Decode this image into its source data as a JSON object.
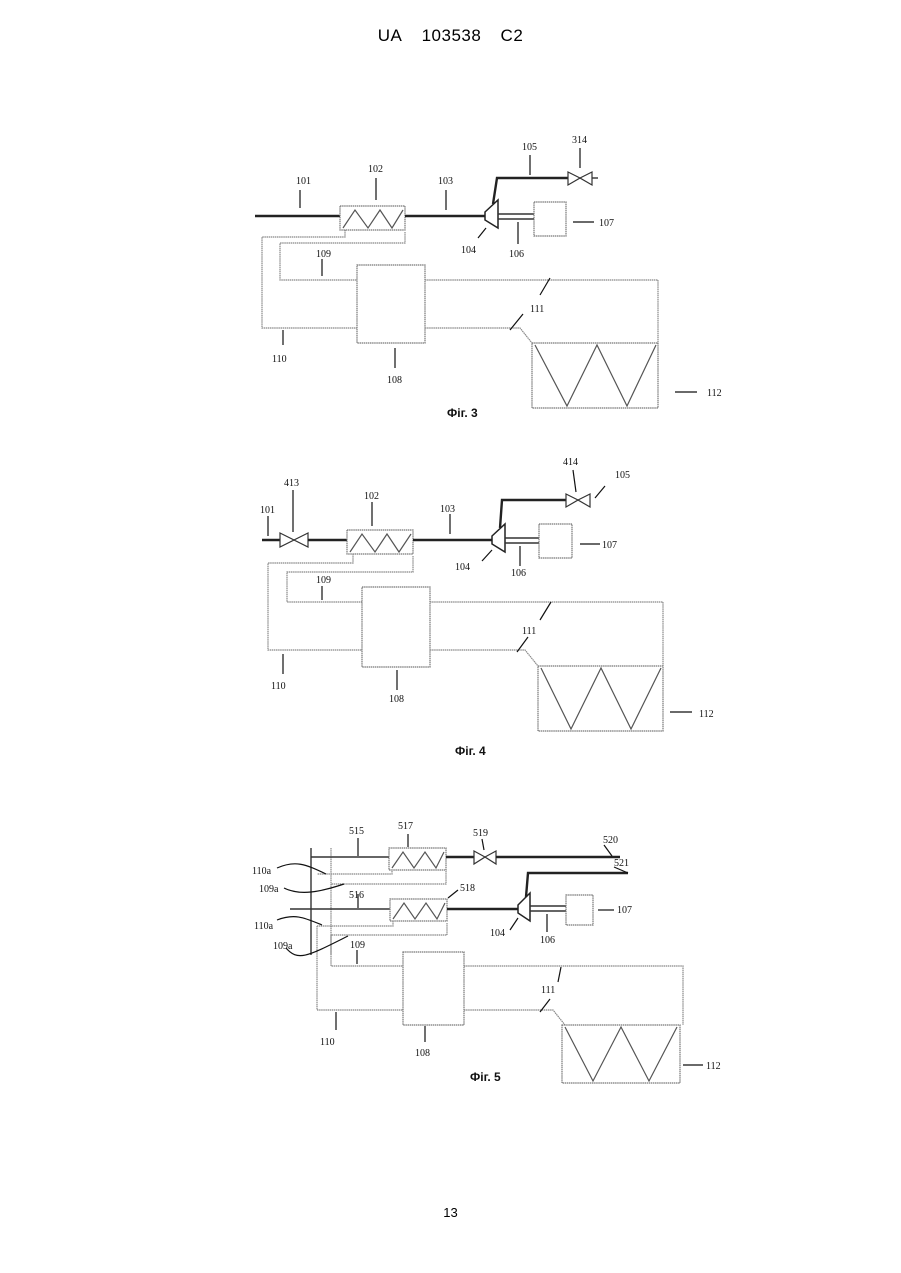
{
  "header": {
    "country": "UA",
    "number": "103538",
    "kind": "C2"
  },
  "page_number": "13",
  "figures": [
    {
      "caption": "Фіг. 3",
      "labels": {
        "l101": "101",
        "l102": "102",
        "l103": "103",
        "l104": "104",
        "l105": "105",
        "l106": "106",
        "l107": "107",
        "l108": "108",
        "l109": "109",
        "l110": "110",
        "l111": "111",
        "l112": "112",
        "l314": "314"
      }
    },
    {
      "caption": "Фіг. 4",
      "labels": {
        "l101": "101",
        "l102": "102",
        "l103": "103",
        "l104": "104",
        "l105": "105",
        "l106": "106",
        "l107": "107",
        "l108": "108",
        "l109": "109",
        "l110": "110",
        "l111": "111",
        "l112": "112",
        "l413": "413",
        "l414": "414"
      }
    },
    {
      "caption": "Фіг. 5",
      "labels": {
        "l110a_1": "110a",
        "l109a_1": "109a",
        "l110a_2": "110a",
        "l109a_2": "109a",
        "l515": "515",
        "l516": "516",
        "l517": "517",
        "l518": "518",
        "l519": "519",
        "l520": "520",
        "l521": "521",
        "l104": "104",
        "l106": "106",
        "l107": "107",
        "l108": "108",
        "l109": "109",
        "l110": "110",
        "l111": "111",
        "l112": "112"
      }
    }
  ]
}
